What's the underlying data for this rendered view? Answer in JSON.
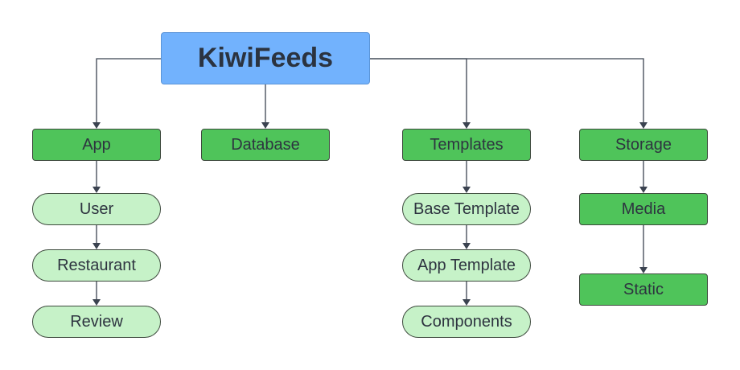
{
  "root": {
    "label": "KiwiFeeds"
  },
  "categories": {
    "app": {
      "label": "App",
      "children": [
        "User",
        "Restaurant",
        "Review"
      ]
    },
    "database": {
      "label": "Database"
    },
    "templates": {
      "label": "Templates",
      "children": [
        "Base Template",
        "App Template",
        "Components"
      ]
    },
    "storage": {
      "label": "Storage",
      "children": [
        "Media",
        "Static"
      ]
    }
  },
  "colors": {
    "root_fill": "#72b2fd",
    "category_fill": "#4fc45a",
    "leaf_fill": "#c6f2c8",
    "connector": "#3b4350"
  }
}
